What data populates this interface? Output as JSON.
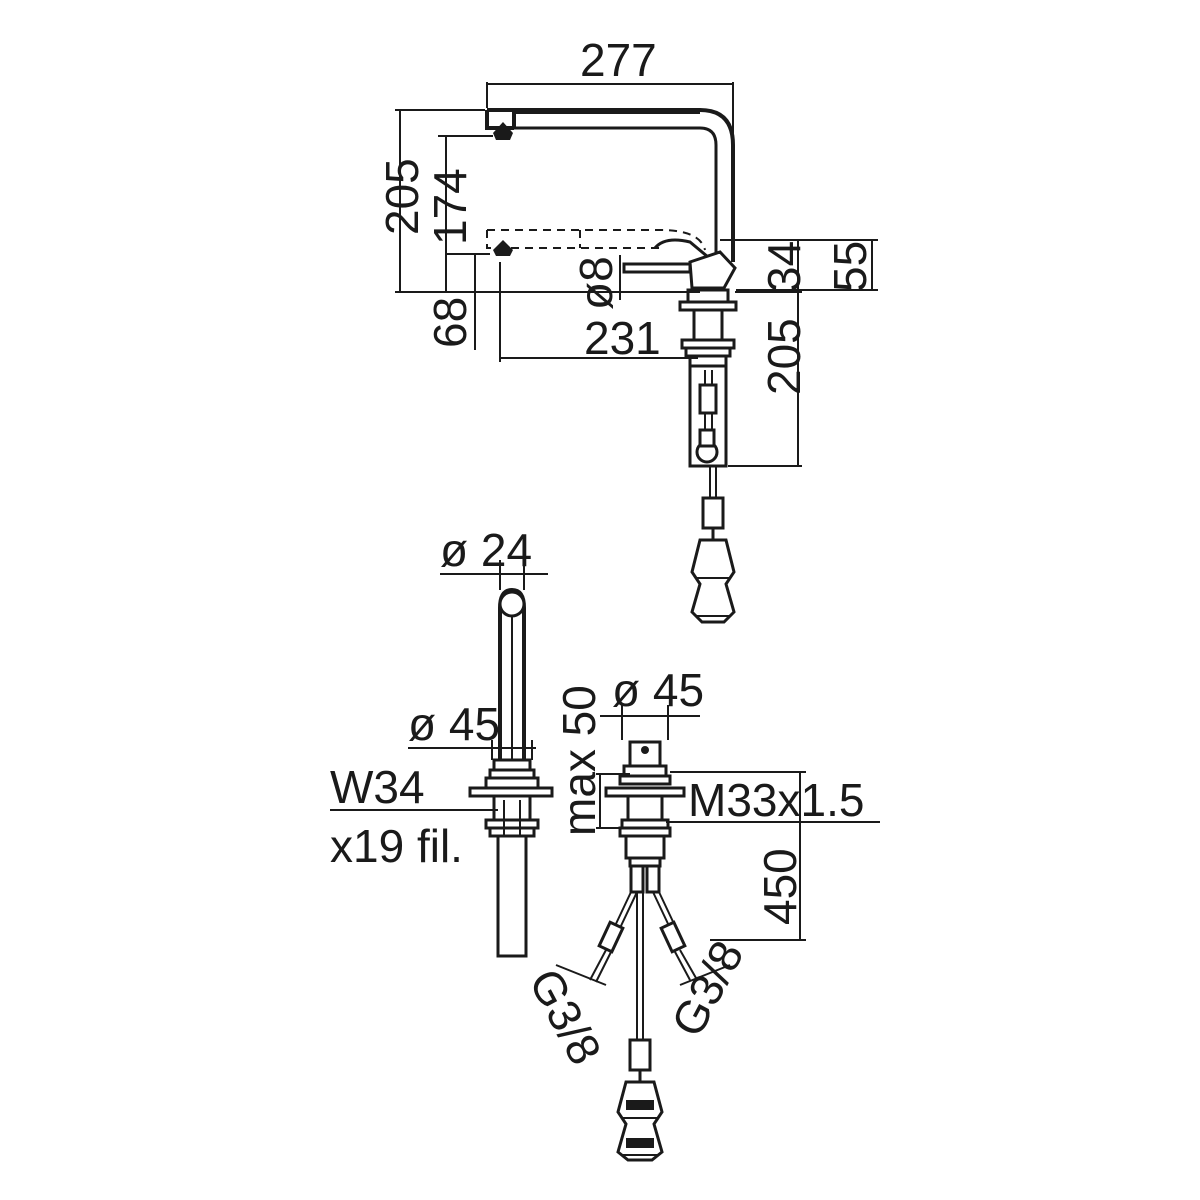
{
  "drawing": {
    "colors": {
      "line": "#1a1a1a",
      "background": "#ffffff"
    },
    "side_view": {
      "overall_width": "277",
      "height_total": "205",
      "height_spout": "174",
      "lever_height": "34",
      "deck_to_top": "55",
      "hose_diameter": "ø8",
      "reach": "231",
      "spout_drop": "68",
      "shank_length": "205"
    },
    "front_view": {
      "spout_diameter": "ø 24",
      "base_diameter": "ø 45",
      "thread_label": "W34",
      "thread_count": "x19 fil."
    },
    "mixer_view": {
      "body_diameter": "ø 45",
      "max_deck_label": "max 50",
      "thread_spec": "M33x1.5",
      "hose_length": "450",
      "connection_left": "G3/8",
      "connection_right": "G3/8"
    }
  }
}
